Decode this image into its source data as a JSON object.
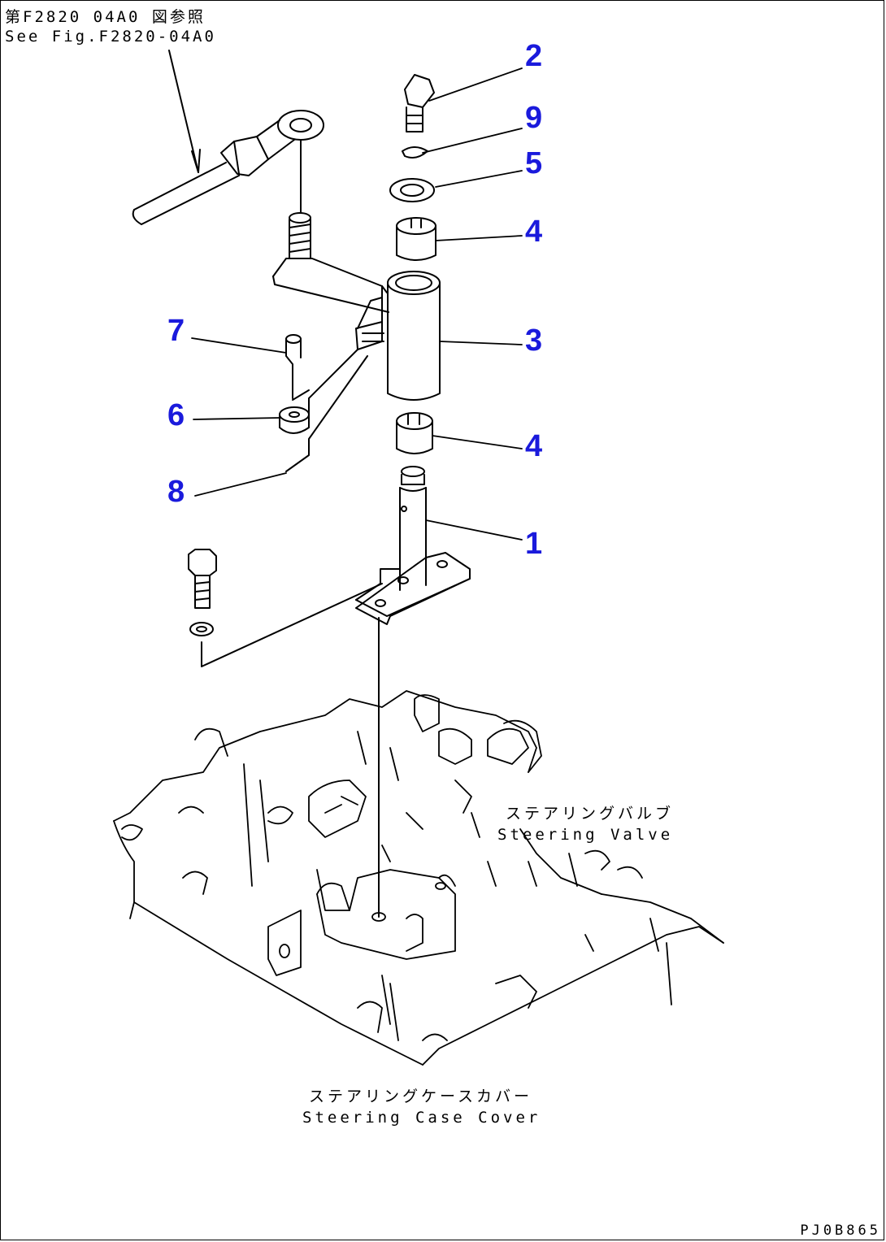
{
  "reference": {
    "ja": "第F2820 04A0 図参照",
    "en": "See Fig.F2820-04A0"
  },
  "labels": {
    "steering_valve_ja": "ステアリングバルブ",
    "steering_valve_en": "Steering Valve",
    "case_cover_ja": "ステアリングケースカバー",
    "case_cover_en": "Steering Case Cover"
  },
  "callouts": [
    "2",
    "9",
    "5",
    "4",
    "3",
    "7",
    "6",
    "4",
    "8",
    "1"
  ],
  "drawing_id": "PJ0B865",
  "colors": {
    "callout": "#1a1adc",
    "line": "#000000"
  }
}
